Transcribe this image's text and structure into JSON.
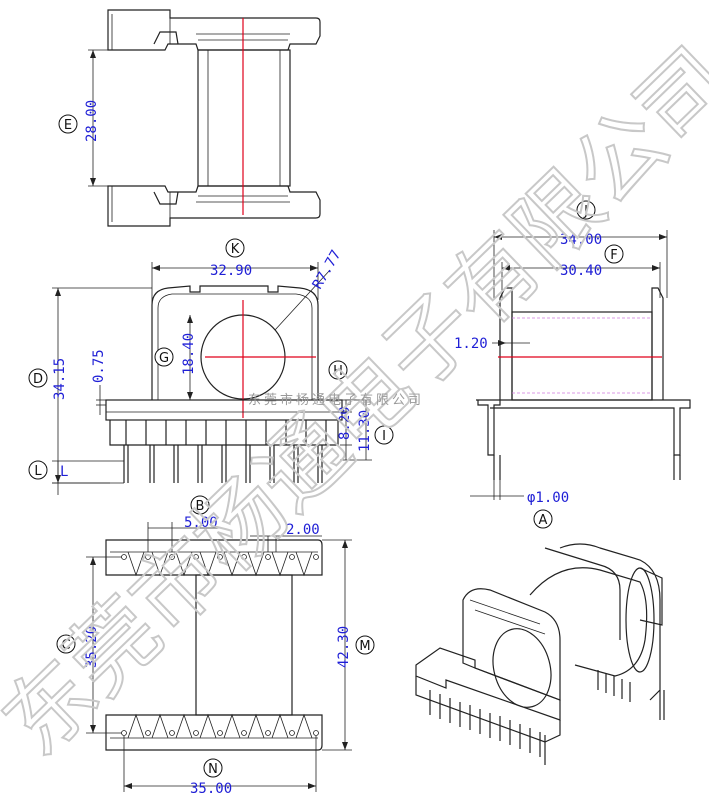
{
  "watermark": {
    "large": "东莞市杨通电子有限公司",
    "small": "东莞市杨通电子有限公司"
  },
  "labels": {
    "A": "A",
    "B": "B",
    "C": "C",
    "D": "D",
    "E": "E",
    "F": "F",
    "G": "G",
    "H": "H",
    "I": "I",
    "J": "J",
    "K": "K",
    "L": "L",
    "M": "M",
    "N": "N"
  },
  "dimensions": {
    "E": "28.00",
    "K": "32.90",
    "R": "R7.77",
    "G": "18.40",
    "D": "34.15",
    "D_small": "0.75",
    "H": "8.20",
    "I": "11.30",
    "L": "L",
    "J": "34.00",
    "F": "30.40",
    "thk": "1.20",
    "A": "φ1.00",
    "B_pitch": "5.00",
    "B_width": "2.00",
    "C": "35.20",
    "M": "42.30",
    "N": "35.00"
  }
}
